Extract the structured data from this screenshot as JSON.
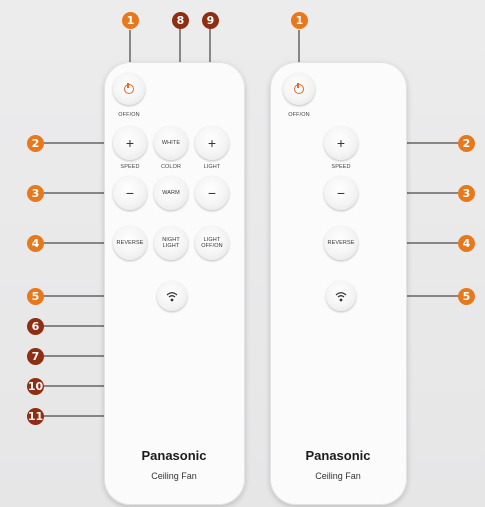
{
  "callout_colors": {
    "orange": "#e8781c",
    "brown": "#8f2e12",
    "line": "#222222"
  },
  "callouts": [
    "1",
    "2",
    "3",
    "4",
    "5",
    "6",
    "7",
    "8",
    "9",
    "10",
    "11"
  ],
  "left_remote": {
    "power_label": "OFF/ON",
    "speed_plus": "+",
    "speed_label": "SPEED",
    "speed_minus": "−",
    "white_label": "WHITE",
    "color_label": "COLOR",
    "warm_label": "WARM",
    "light_plus": "+",
    "light_label": "LIGHT",
    "light_minus": "−",
    "reverse_label": "REVERSE",
    "night_light_line1": "NIGHT",
    "night_light_line2": "LIGHT",
    "light_offon_line1": "LIGHT",
    "light_offon_line2": "OFF/ON",
    "wifi_icon": "wifi-icon",
    "brand": "Panasonic",
    "product": "Ceiling Fan"
  },
  "right_remote": {
    "power_label": "OFF/ON",
    "speed_plus": "+",
    "speed_label": "SPEED",
    "speed_minus": "−",
    "reverse_label": "REVERSE",
    "wifi_icon": "wifi-icon",
    "brand": "Panasonic",
    "product": "Ceiling Fan"
  }
}
